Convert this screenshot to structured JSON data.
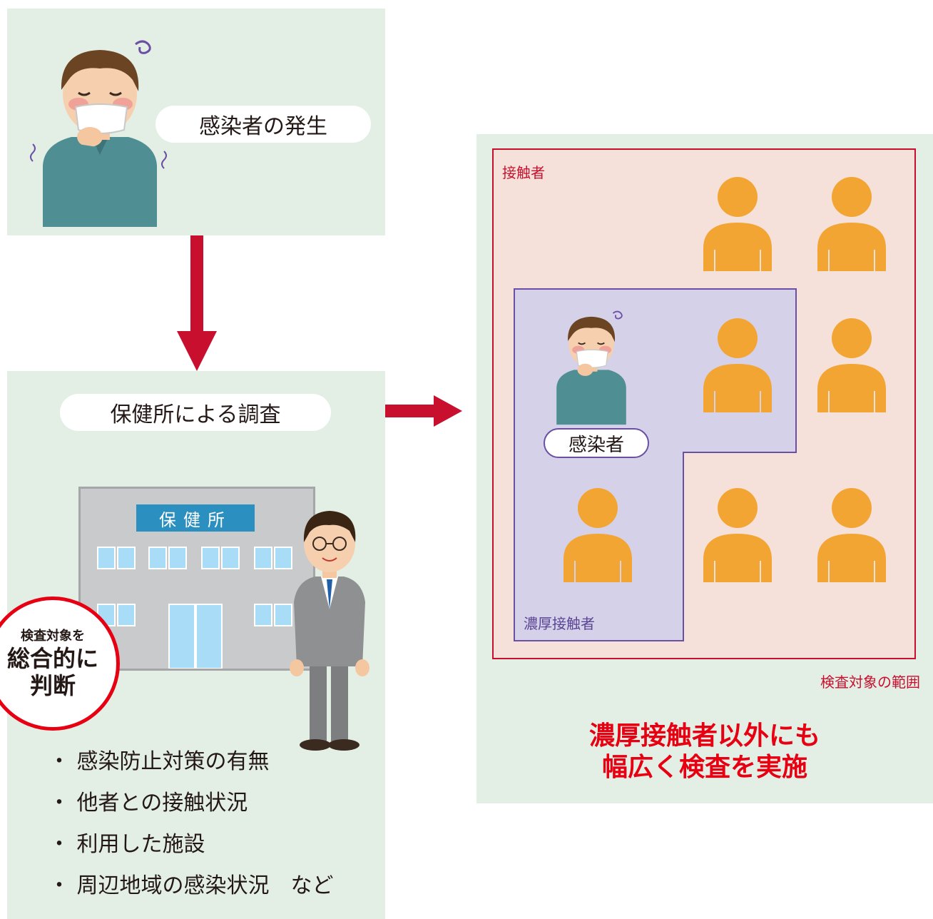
{
  "colors": {
    "panel_bg": "#e3efe5",
    "arrow": "#c8102e",
    "contact_bg": "#f5e1da",
    "contact_border": "#c8102e",
    "close_contact_bg": "#d5d1e8",
    "close_contact_border": "#6a4fa3",
    "person": "#f3a534",
    "conclusion": "#e60012"
  },
  "step1": {
    "pill_label": "感染者の発生"
  },
  "step2": {
    "pill_label": "保健所による調査",
    "building_sign": "保健所",
    "badge": {
      "line1": "検査対象を",
      "line2": "総合的に",
      "line3": "判断"
    },
    "bullets": [
      "・ 感染防止対策の有無",
      "・ 他者との接触状況",
      "・ 利用した施設",
      "・ 周辺地域の感染状況　など"
    ]
  },
  "result": {
    "contacts_label": "接触者",
    "close_contacts_label": "濃厚接触者",
    "infected_label": "感染者",
    "scope_label": "検査対象の範囲",
    "conclusion_line1": "濃厚接触者以外にも",
    "conclusion_line2": "幅広く検査を実施"
  }
}
